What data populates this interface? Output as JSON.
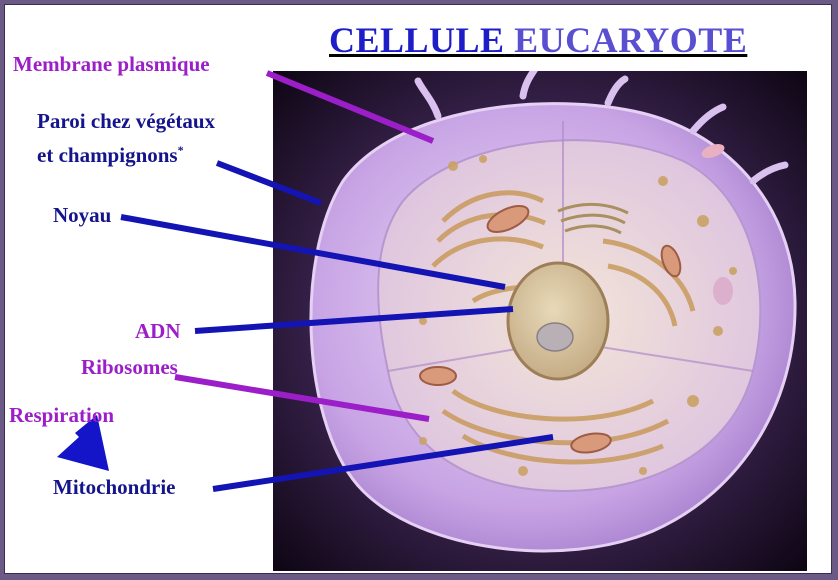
{
  "title": {
    "word1": "CELLULE",
    "word2": "EUCARYOTE"
  },
  "labels": {
    "membrane": "Membrane plasmique",
    "paroi_line1": "Paroi chez végétaux",
    "paroi_line2": "et champignons",
    "paroi_star": "*",
    "noyau": "Noyau",
    "adn": "ADN",
    "ribosomes": "Ribosomes",
    "respiration": "Respiration",
    "mitochondrie": "Mitochondrie"
  },
  "colors": {
    "purple_label": "#9b1ec8",
    "blue_label": "#14148c",
    "purple_line": "#9b1ec8",
    "blue_line": "#1414b4",
    "cell": "#c9a6e6"
  }
}
